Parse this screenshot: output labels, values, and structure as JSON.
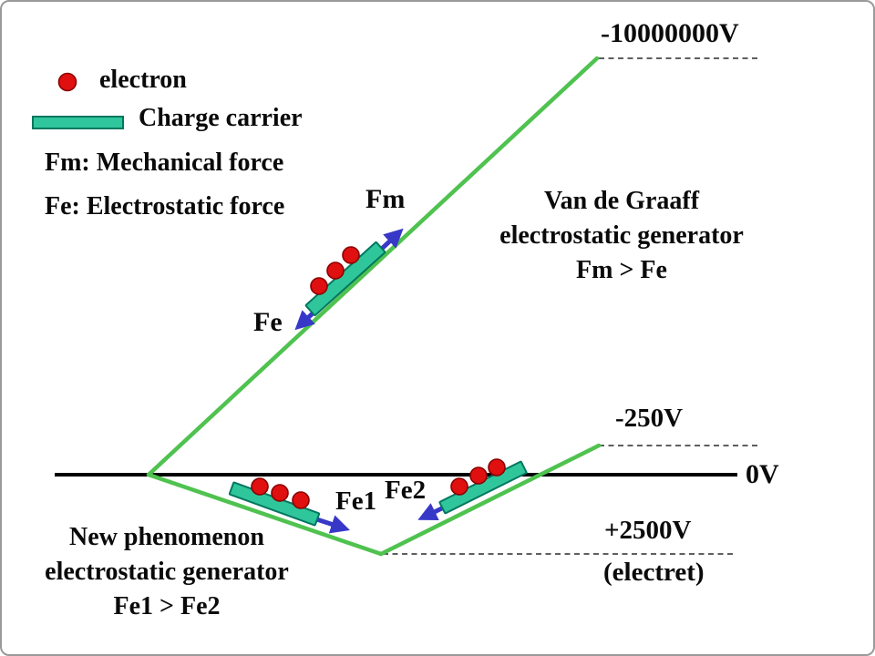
{
  "legend": {
    "electron": "electron",
    "charge_carrier": "Charge carrier",
    "fm_definition": "Fm: Mechanical force",
    "fe_definition": "Fe: Electrostatic force"
  },
  "voltage_labels": {
    "top_terminal": "-10000000V",
    "carrier_start": "-250V",
    "ground": "0V",
    "electret_voltage": "+2500V",
    "electret_caption": "(electret)"
  },
  "van_de_graaff_caption": {
    "line1": "Van de Graaff",
    "line2": "electrostatic generator",
    "line3": "Fm > Fe"
  },
  "new_phenomenon_caption": {
    "line1": "New phenomenon",
    "line2": "electrostatic generator",
    "line3": "Fe1 > Fe2"
  },
  "force_labels": {
    "fm": "Fm",
    "fe": "Fe",
    "fe1": "Fe1",
    "fe2": "Fe2"
  },
  "colors": {
    "slope_green": "#4fc24f",
    "carrier_teal": "#30c69c",
    "carrier_outline": "#00775f",
    "electron_red": "#e01010",
    "electron_outline": "#8b0000",
    "arrow_blue": "#3838c8"
  }
}
